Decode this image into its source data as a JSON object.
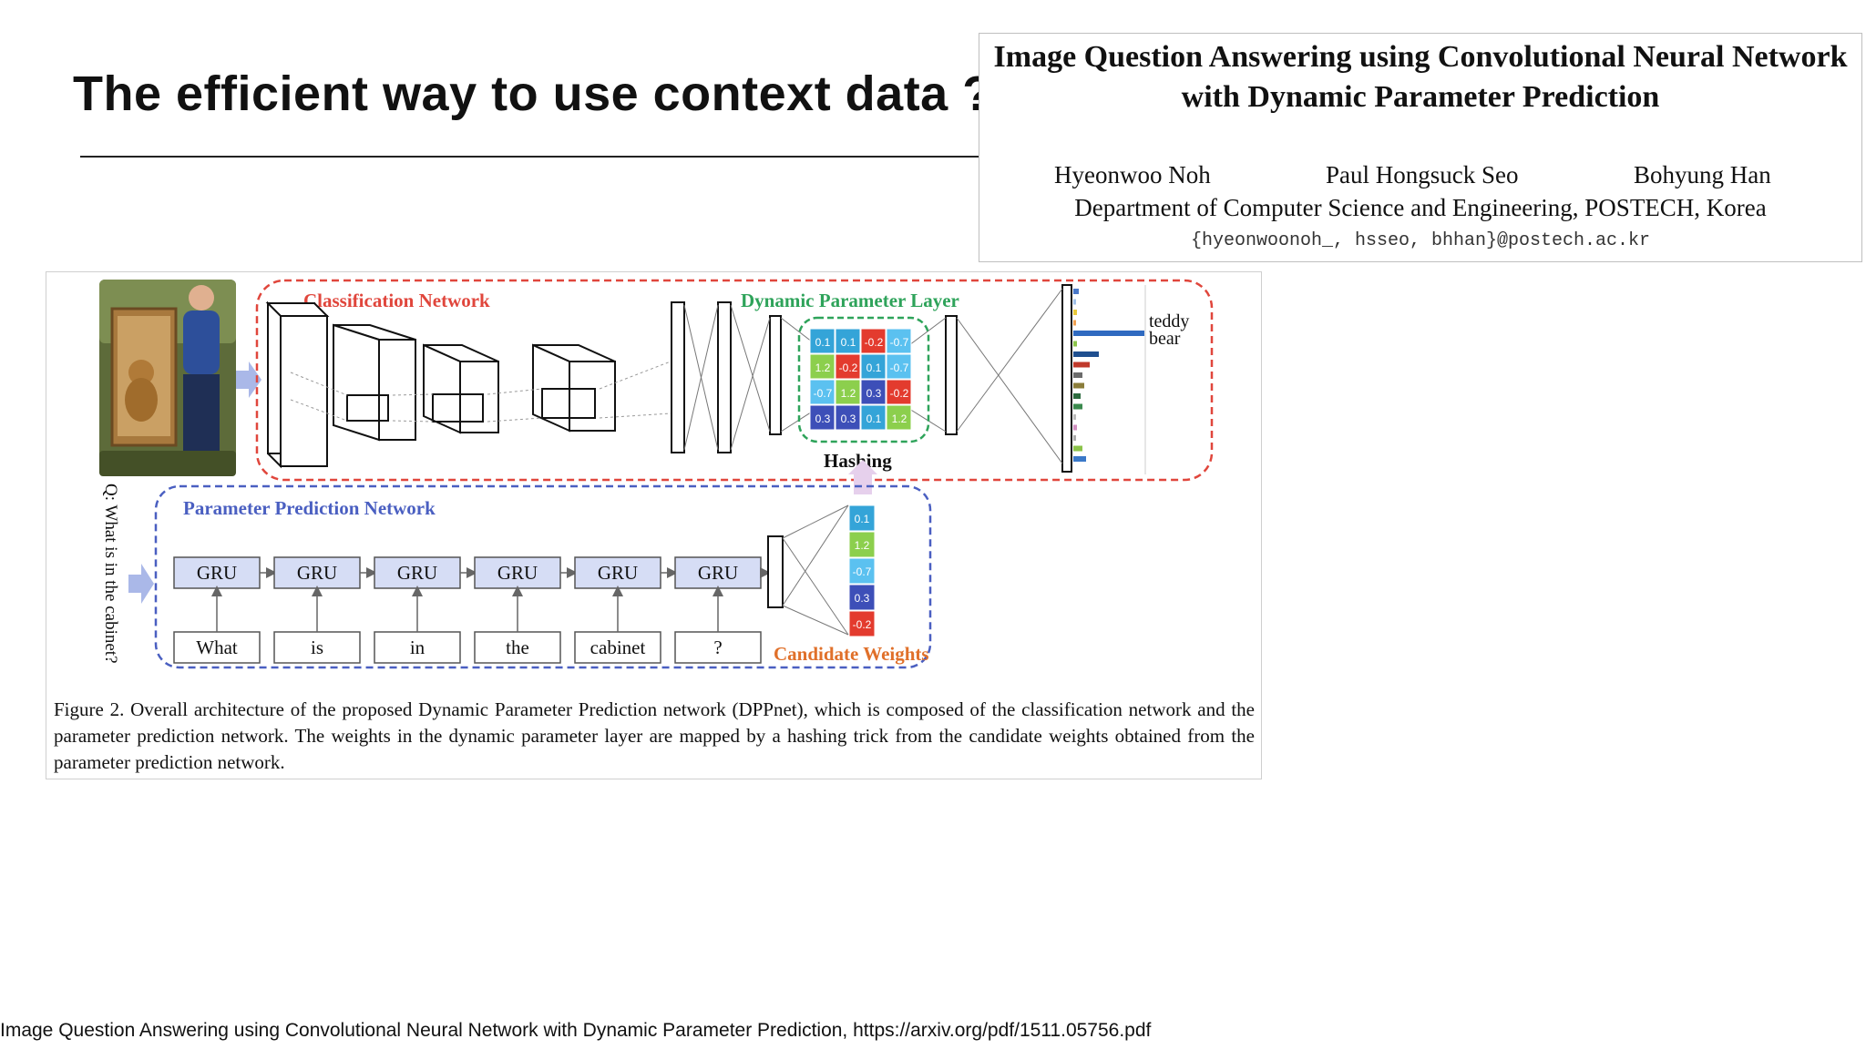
{
  "slide": {
    "title": "The efficient  way to use context  data ?",
    "footer": "Image Question Answering using Convolutional Neural Network with Dynamic Parameter Prediction, https://arxiv.org/pdf/1511.05756.pdf"
  },
  "paper": {
    "title_line1": "Image Question Answering using Convolutional Neural Network",
    "title_line2": "with Dynamic Parameter Prediction",
    "authors": [
      "Hyeonwoo Noh",
      "Paul Hongsuck Seo",
      "Bohyung Han"
    ],
    "department": "Department of Computer Science and Engineering, POSTECH, Korea",
    "emails": "{hyeonwoonoh_, hsseo, bhhan}@postech.ac.kr"
  },
  "figure": {
    "classification_network_label": "Classification Network",
    "dynamic_parameter_layer_label": "Dynamic Parameter Layer",
    "hashing_label": "Hashing",
    "parameter_prediction_network_label": "Parameter Prediction Network",
    "candidate_weights_label": "Candidate Weights",
    "answer_line1": "teddy",
    "answer_line2": "bear",
    "question": "Q: What is in the cabinet?",
    "gru_label": "GRU",
    "words": [
      "What",
      "is",
      "in",
      "the",
      "cabinet",
      "?"
    ],
    "weight_matrix": [
      [
        "0.1",
        "0.1",
        "-0.2",
        "-0.7"
      ],
      [
        "1.2",
        "-0.2",
        "0.1",
        "-0.7"
      ],
      [
        "-0.7",
        "1.2",
        "0.3",
        "-0.2"
      ],
      [
        "0.3",
        "0.3",
        "0.1",
        "1.2"
      ]
    ],
    "candidate_weights": [
      "0.1",
      "1.2",
      "-0.7",
      "0.3",
      "-0.2"
    ],
    "caption": "Figure 2. Overall architecture of the proposed Dynamic Parameter Prediction network (DPPnet), which is composed of the classification network and the parameter prediction network.  The weights in the dynamic parameter layer are mapped by a hashing trick from the candidate weights obtained from the parameter prediction network.",
    "colors": {
      "classification": "#e0463c",
      "dynamic": "#2ea35a",
      "prediction": "#4a5fc1",
      "candidate": "#e0702a",
      "weight_0.1": "#34a4d8",
      "weight_1.2": "#8ccf4d",
      "weight_-0.2": "#e33b2e",
      "weight_-0.7": "#5bc1f0",
      "weight_0.3": "#3d4fb8"
    }
  }
}
